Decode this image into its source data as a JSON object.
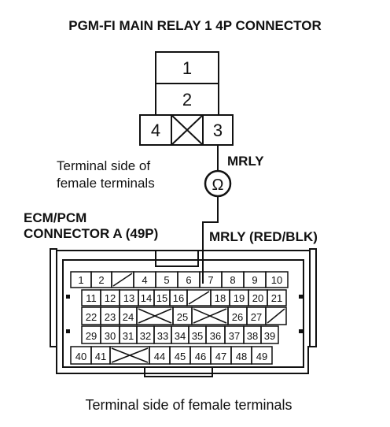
{
  "title": "PGM-FI MAIN RELAY 1 4P CONNECTOR",
  "relay_connector": {
    "terminals": [
      "1",
      "2",
      "4",
      "3"
    ]
  },
  "relay_caption": [
    "Terminal side of",
    "female terminals"
  ],
  "wire_label_top": "MRLY",
  "meter_symbol": "Ω",
  "ecm_label": [
    "ECM/PCM",
    "CONNECTOR A (49P)"
  ],
  "wire_label_ecm": "MRLY (RED/BLK)",
  "ecm_connector": {
    "rows": [
      [
        "1",
        "2",
        "",
        "4",
        "5",
        "6",
        "7",
        "8",
        "9",
        "10"
      ],
      [
        "11",
        "12",
        "13",
        "14",
        "15",
        "16",
        "",
        "18",
        "19",
        "20",
        "21"
      ],
      [
        "22",
        "23",
        "24",
        "",
        "25",
        "",
        "26",
        "27",
        ""
      ],
      [
        "29",
        "30",
        "31",
        "32",
        "33",
        "34",
        "35",
        "36",
        "37",
        "38",
        "39"
      ],
      [
        "40",
        "41",
        "",
        "44",
        "45",
        "46",
        "47",
        "48",
        "49"
      ]
    ]
  },
  "bottom_caption": "Terminal side of female terminals"
}
